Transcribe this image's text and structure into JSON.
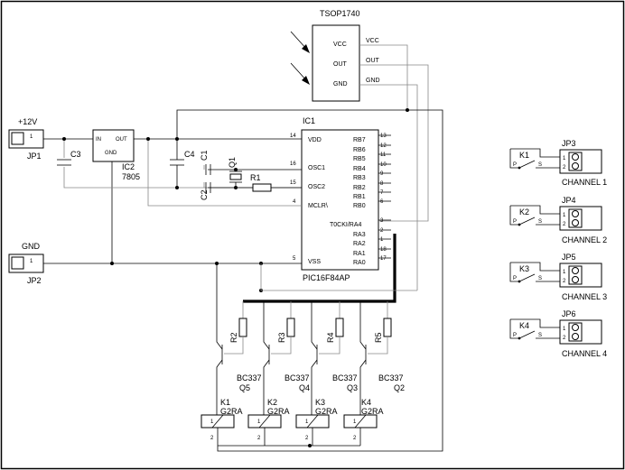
{
  "ir_receiver": {
    "name": "TSOP1740",
    "pins": [
      "VCC",
      "OUT",
      "GND"
    ],
    "nets": [
      "VCC",
      "OUT",
      "GND"
    ]
  },
  "mcu": {
    "ref": "IC1",
    "part": "PIC16F84AP",
    "left_pins": [
      {
        "name": "VDD",
        "num": "14"
      },
      {
        "name": "OSC1",
        "num": "16"
      },
      {
        "name": "OSC2",
        "num": "15"
      },
      {
        "name": "MCLR\\",
        "num": "4"
      },
      {
        "name": "VSS",
        "num": "5"
      }
    ],
    "right_pins": [
      {
        "name": "RB7",
        "num": "13"
      },
      {
        "name": "RB6",
        "num": "12"
      },
      {
        "name": "RB5",
        "num": "11"
      },
      {
        "name": "RB4",
        "num": "10"
      },
      {
        "name": "RB3",
        "num": "9"
      },
      {
        "name": "RB2",
        "num": "8"
      },
      {
        "name": "RB1",
        "num": "7"
      },
      {
        "name": "RB0",
        "num": "6"
      },
      {
        "name": "T0CKI/RA4",
        "num": "3"
      },
      {
        "name": "RA3",
        "num": "2"
      },
      {
        "name": "RA2",
        "num": "1"
      },
      {
        "name": "RA1",
        "num": "18"
      },
      {
        "name": "RA0",
        "num": "17"
      }
    ]
  },
  "regulator": {
    "ref": "IC2",
    "part": "7805",
    "in": "IN",
    "out": "OUT",
    "gnd": "GND"
  },
  "power_in": {
    "label": "+12V",
    "connector": "JP1",
    "pin": "1"
  },
  "ground_in": {
    "label": "GND",
    "connector": "JP2",
    "pin": "1"
  },
  "caps": {
    "c3": "C3",
    "c4": "C4",
    "c1": "C1",
    "c2": "C2"
  },
  "crystal": {
    "ref": "Q1"
  },
  "resistor_r1": "R1",
  "transistors": [
    {
      "res": "R2",
      "part": "BC337",
      "ref": "Q5"
    },
    {
      "res": "R3",
      "part": "BC337",
      "ref": "Q4"
    },
    {
      "res": "R4",
      "part": "BC337",
      "ref": "Q3"
    },
    {
      "res": "R5",
      "part": "BC337",
      "ref": "Q2"
    }
  ],
  "relays": [
    {
      "ref": "K1",
      "part": "G2RA"
    },
    {
      "ref": "K2",
      "part": "G2RA"
    },
    {
      "ref": "K3",
      "part": "G2RA"
    },
    {
      "ref": "K4",
      "part": "G2RA"
    }
  ],
  "relay_pins": {
    "one": "1",
    "two": "2"
  },
  "outputs": [
    {
      "relay": "K1",
      "connector": "JP3",
      "channel": "CHANNEL 1"
    },
    {
      "relay": "K2",
      "connector": "JP4",
      "channel": "CHANNEL 2"
    },
    {
      "relay": "K3",
      "connector": "JP5",
      "channel": "CHANNEL 3"
    },
    {
      "relay": "K4",
      "connector": "JP6",
      "channel": "CHANNEL 4"
    }
  ],
  "switch_pins": {
    "p": "P",
    "s": "S"
  },
  "connector_pins": {
    "one": "1",
    "two": "2"
  }
}
